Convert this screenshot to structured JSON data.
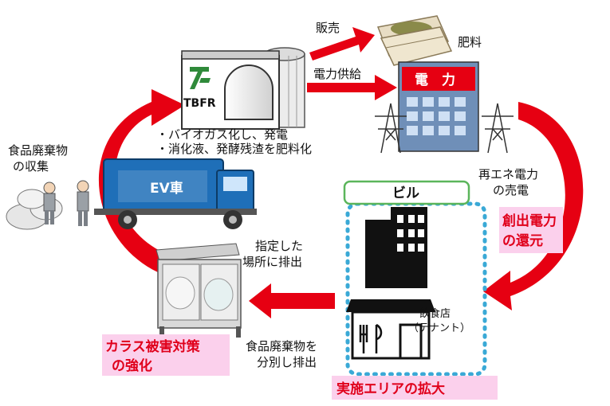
{
  "labels": {
    "sales": "販売",
    "fertilizer": "肥料",
    "power_supply": "電力供給",
    "building_sign": "電　力",
    "facility_logo": "TBFR",
    "process_line1": "・バイオガス化し、発電",
    "process_line2": "・消化液、発酵残渣を肥料化",
    "collection_line1": "食品廃棄物",
    "collection_line2": "の収集",
    "ev_truck": "EV車",
    "renewable_line1": "再エネ電力",
    "renewable_line2": "の売電",
    "return_line1": "創出電力",
    "return_line2": "の還元",
    "building_title": "ビル",
    "designated_line1": "指定した",
    "designated_line2": "場所に排出",
    "restaurant_line1": "飲食店",
    "restaurant_line2": "（テナント）",
    "sorting_line1": "食品廃棄物を",
    "sorting_line2": "分別し排出",
    "crow_line1": "カラス被害対策",
    "crow_line2": "の強化",
    "expand": "実施エリアの拡大"
  },
  "colors": {
    "arrow_red": "#e60012",
    "highlight_pink": "#fbd0ec",
    "highlight_text": "#e0001b",
    "truck_blue": "#1f6fb8",
    "dotted_border": "#3aa9d6",
    "building_box_green": "#5bb55b"
  }
}
